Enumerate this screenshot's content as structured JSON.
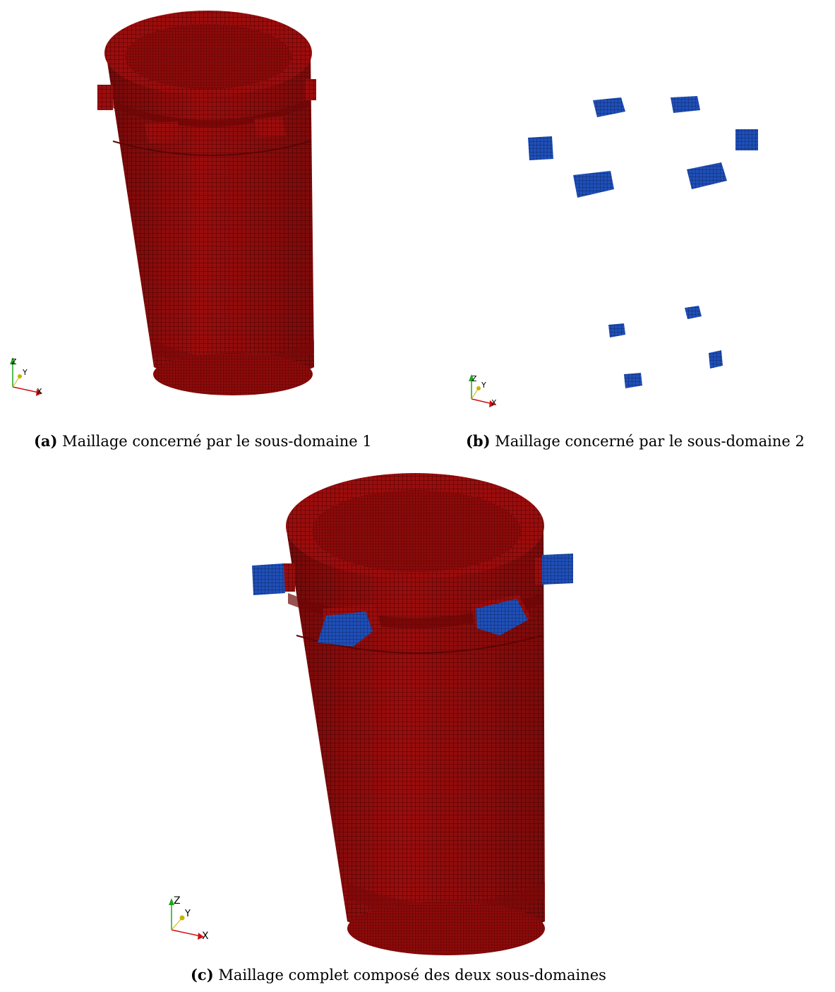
{
  "figure": {
    "panels": [
      {
        "tag": "(a)",
        "caption": "Maillage concerné par le sous-domaine 1",
        "content": "sous-domaine 1"
      },
      {
        "tag": "(b)",
        "caption": "Maillage concerné par le sous-domaine 2",
        "content": "sous-domaine 2"
      },
      {
        "tag": "(c)",
        "caption": "Maillage complet composé des deux sous-domaines",
        "content": "deux sous-domaines"
      }
    ],
    "axes_triad": {
      "z": "Z",
      "y": "Y",
      "x": "X"
    },
    "colors": {
      "subdomain_1": "#9b0d0d",
      "subdomain_2": "#1f4fb8",
      "mesh_lines": "#2a0000",
      "axis_z": "#1aa81a",
      "axis_y": "#c8b400",
      "axis_x": "#d01010"
    }
  }
}
